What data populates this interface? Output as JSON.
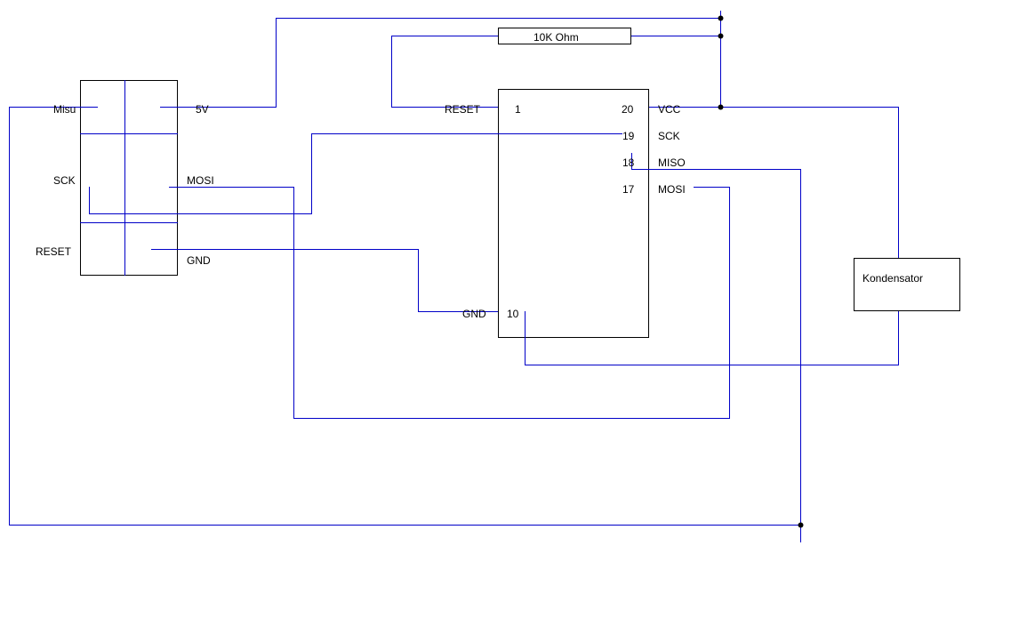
{
  "colors": {
    "wire": "#0000c8",
    "outline": "#000000",
    "background": "#ffffff"
  },
  "connector": {
    "labels": {
      "misu": "Misu",
      "five_v": "5V",
      "sck": "SCK",
      "mosi": "MOSI",
      "reset": "RESET",
      "gnd": "GND"
    }
  },
  "chip": {
    "pins": {
      "reset": "RESET",
      "pin1": "1",
      "pin20": "20",
      "vcc": "VCC",
      "pin19": "19",
      "sck": "SCK",
      "pin18": "18",
      "miso": "MISO",
      "pin17": "17",
      "mosi": "MOSI",
      "gnd": "GND",
      "pin10": "10"
    }
  },
  "resistor": {
    "label": "10K Ohm"
  },
  "capacitor": {
    "label": "Kondensator"
  }
}
